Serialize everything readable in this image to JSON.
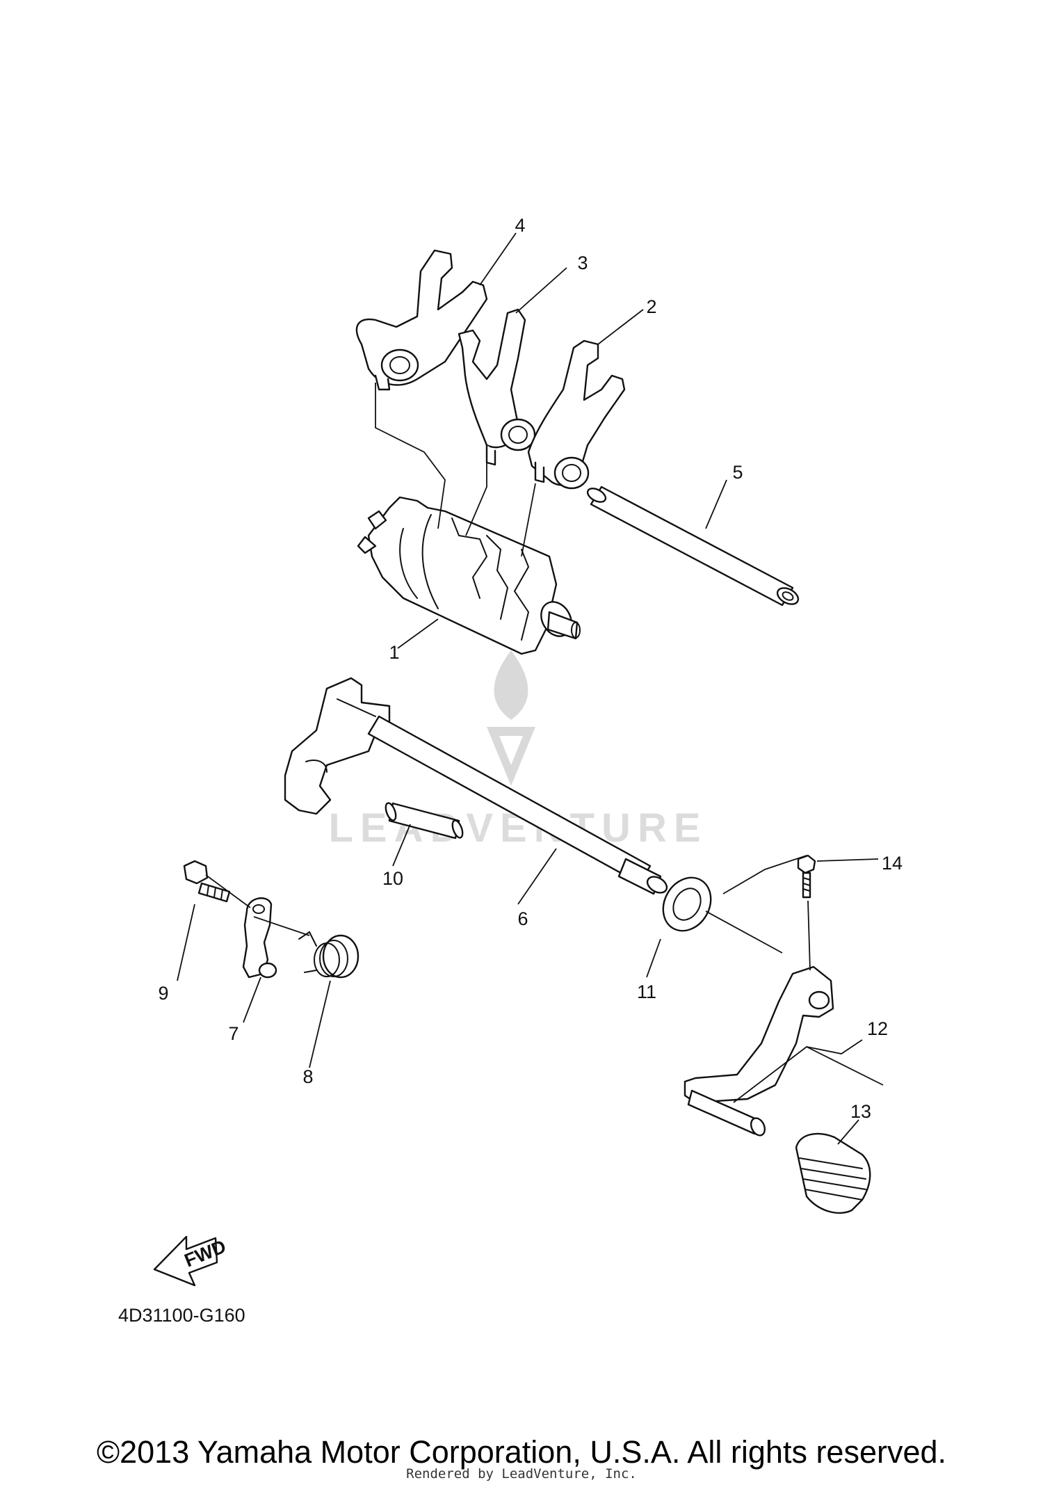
{
  "diagram": {
    "callouts": [
      {
        "id": "1",
        "label": "1"
      },
      {
        "id": "2",
        "label": "2"
      },
      {
        "id": "3",
        "label": "3"
      },
      {
        "id": "4",
        "label": "4"
      },
      {
        "id": "5",
        "label": "5"
      },
      {
        "id": "6",
        "label": "6"
      },
      {
        "id": "7",
        "label": "7"
      },
      {
        "id": "8",
        "label": "8"
      },
      {
        "id": "9",
        "label": "9"
      },
      {
        "id": "10",
        "label": "10"
      },
      {
        "id": "11",
        "label": "11"
      },
      {
        "id": "12",
        "label": "12"
      },
      {
        "id": "13",
        "label": "13"
      },
      {
        "id": "14",
        "label": "14"
      }
    ],
    "fwd_label": "FWD",
    "diagram_code": "4D31100-G160",
    "watermark_text": "LEADVENTURE"
  },
  "footer": {
    "copyright": "©2013 Yamaha Motor Corporation, U.S.A. All rights reserved.",
    "rendered_by": "Rendered by LeadVenture, Inc."
  }
}
